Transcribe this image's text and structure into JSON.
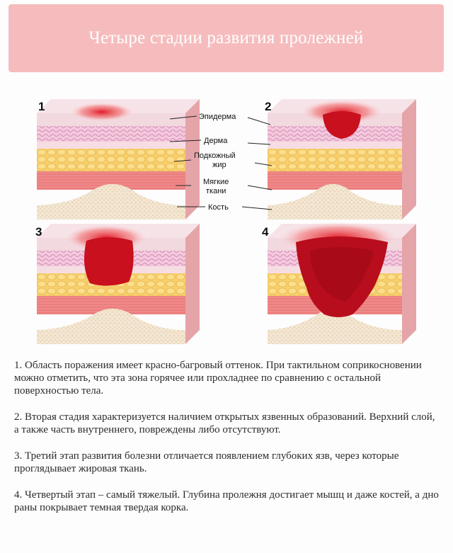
{
  "header": {
    "title": "Четыре стадии развития пролежней",
    "background_color": "#f6bcbd"
  },
  "diagram": {
    "stages": [
      "1",
      "2",
      "3",
      "4"
    ],
    "layer_labels": {
      "epidermis": "Эпидерма",
      "dermis": "Дерма",
      "subcutaneous_line1": "Подкожный",
      "subcutaneous_line2": "жир",
      "soft_tissue_line1": "Мягкие",
      "soft_tissue_line2": "ткани",
      "bone": "Кость"
    },
    "colors": {
      "epidermis": "#f2d8df",
      "dermis": "#e9a3c6",
      "fat": "#f7cf6d",
      "muscle": "#f08a8a",
      "bone": "#f3e6d2",
      "wound": "#c8101f"
    }
  },
  "descriptions": [
    "1. Область поражения имеет красно-багровый оттенок. При тактильном соприкосновении можно отметить, что эта зона горячее или прохладнее по сравнению с остальной поверхностью тела.",
    "2. Вторая стадия характеризуется наличием открытых язвенных образований. Верхний слой, а также часть внутреннего, повреждены либо отсутствуют.",
    "3. Третий этап развития болезни отличается появлением глубоких язв, через которые проглядывает жировая ткань.",
    "4. Четвертый этап – самый тяжелый. Глубина пролежня достигает мышц и даже костей, а дно раны покрывает темная твердая корка."
  ]
}
